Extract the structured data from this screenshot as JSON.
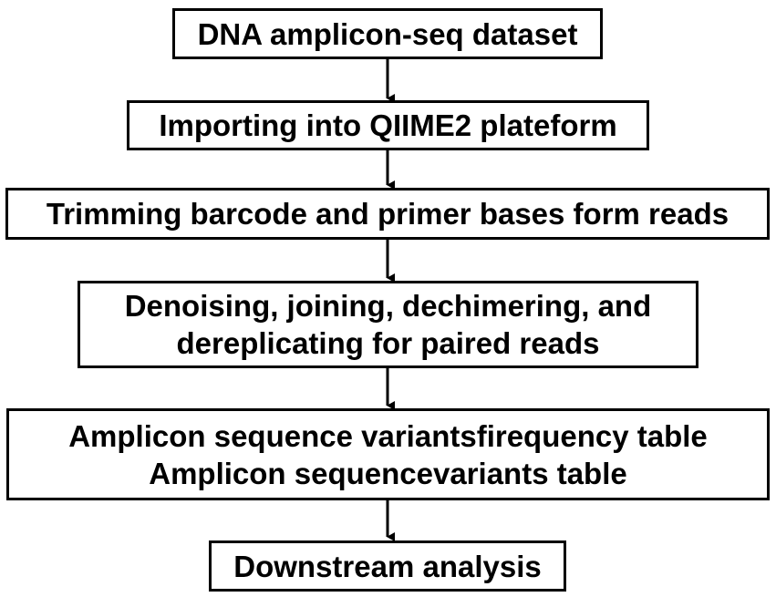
{
  "flowchart": {
    "steps": [
      {
        "lines": [
          "DNA amplicon-seq dataset"
        ]
      },
      {
        "lines": [
          "Importing into QIIME2 plateform"
        ]
      },
      {
        "lines": [
          "Trimming barcode and primer bases form reads"
        ]
      },
      {
        "lines": [
          "Denoising, joining, dechimering, and",
          "dereplicating for paired reads"
        ]
      },
      {
        "lines": [
          "Amplicon sequence variantsfirequency table",
          "Amplicon sequencevariants table"
        ]
      },
      {
        "lines": [
          "Downstream analysis"
        ]
      }
    ]
  }
}
